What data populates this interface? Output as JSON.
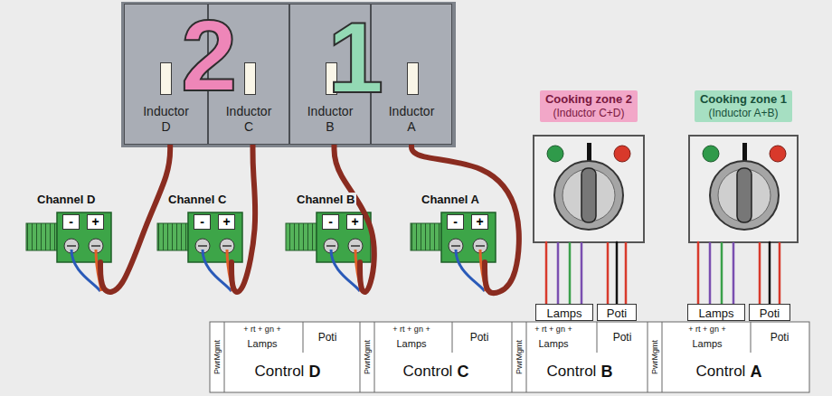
{
  "diagram": {
    "nodes": [
      {
        "text": [
          "Inductor D"
        ]
      },
      {
        "text": [
          "Inductor C"
        ]
      },
      {
        "text": [
          "Inductor B"
        ]
      },
      {
        "text": [
          "Inductor A"
        ]
      },
      {
        "text": [
          "Channel D",
          "-",
          "+"
        ]
      },
      {
        "text": [
          "Channel C",
          "-",
          "+"
        ]
      },
      {
        "text": [
          "Channel B",
          "-",
          "+"
        ]
      },
      {
        "text": [
          "Channel A",
          "-",
          "+"
        ]
      },
      {
        "text": [
          "Cooking zone 2",
          "(Inductor C+D)"
        ]
      },
      {
        "text": [
          "Cooking zone 1",
          "(Inductor A+B)"
        ]
      },
      {
        "text": [
          "Lamps"
        ]
      },
      {
        "text": [
          "Poti"
        ]
      },
      {
        "text": [
          "Lamps"
        ]
      },
      {
        "text": [
          "Poti"
        ]
      }
    ],
    "edges": [
      {
        "from": 0,
        "to": 4,
        "arrow": "none"
      },
      {
        "from": 1,
        "to": 5,
        "arrow": "none"
      },
      {
        "from": 2,
        "to": 6,
        "arrow": "none"
      },
      {
        "from": 3,
        "to": 7,
        "arrow": "none"
      },
      {
        "from": 8,
        "to": 10,
        "arrow": "none"
      },
      {
        "from": 8,
        "to": 11,
        "arrow": "none"
      },
      {
        "from": 9,
        "to": 12,
        "arrow": "none"
      },
      {
        "from": 9,
        "to": 13,
        "arrow": "none"
      }
    ],
    "labels": [
      "2",
      "1",
      "PwrMgmt",
      "+ rt + gn +",
      "Lamps",
      "Poti",
      "Control",
      "D",
      "PwrMgmt",
      "+ rt + gn +",
      "Lamps",
      "Poti",
      "Control",
      "C",
      "PwrMgmt",
      "+ rt + gn +",
      "Lamps",
      "Poti",
      "Control",
      "B",
      "PwrMgmt",
      "+ rt + gn +",
      "Lamps",
      "Poti",
      "Control",
      "A"
    ]
  }
}
